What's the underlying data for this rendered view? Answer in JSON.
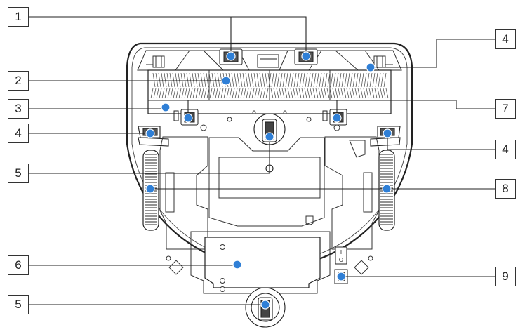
{
  "callouts": {
    "main_brushes": "1",
    "agitator_brush": "2",
    "cliff_sensor_front": "3",
    "bumper_left": "4",
    "front_caster": "5",
    "battery_cover": "6",
    "brush_latch": "7",
    "bumper_top_right": "4",
    "bumper_right": "4",
    "drive_wheel": "8",
    "power_switch": "9",
    "rear_caster": "5"
  },
  "switch_marks": {
    "on": "I",
    "off": "O"
  },
  "colors": {
    "callout_dot": "#2f7fd6",
    "outline": "#333333",
    "hatch": "#555555"
  }
}
